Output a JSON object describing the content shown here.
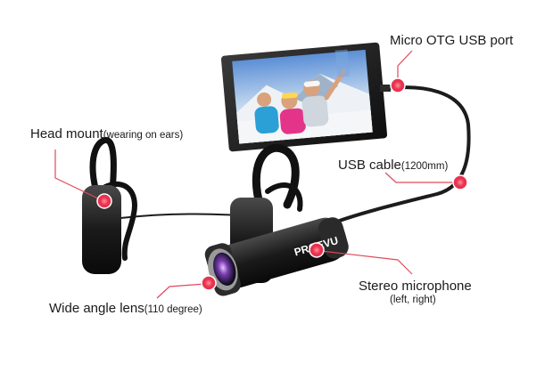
{
  "callouts": {
    "micro_otg": {
      "main": "Micro OTG USB port",
      "detail": ""
    },
    "head_mount": {
      "main": "Head mount",
      "detail": "(wearing on ears)"
    },
    "usb_cable": {
      "main": "USB cable",
      "detail": "(1200mm)"
    },
    "stereo_mic": {
      "main": "Stereo microphone",
      "detail": "(left, right)"
    },
    "wide_lens": {
      "main": "Wide angle lens",
      "detail": "(110 degree)"
    }
  },
  "brand": {
    "logo_text": "PRGEVU"
  },
  "colors": {
    "marker": "#e8324f",
    "leader": "#e04a5a",
    "device": "#1c1c1c"
  }
}
